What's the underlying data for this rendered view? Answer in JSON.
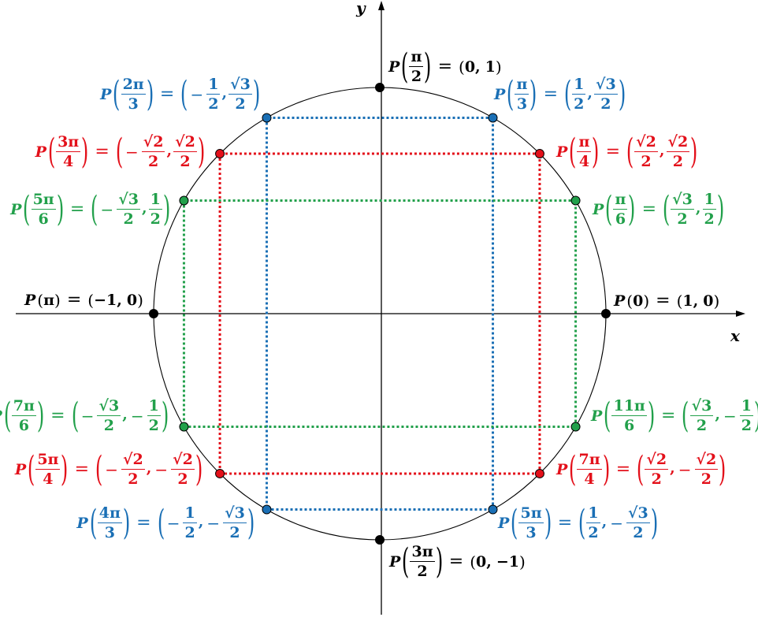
{
  "axes": {
    "x_label": "x",
    "y_label": "y"
  },
  "colors": {
    "black": "#000000",
    "blue": "#1a6fb5",
    "red": "#e3101a",
    "green": "#22a04b"
  },
  "prefix": "P",
  "equals": "=",
  "comma": ",",
  "points": [
    {
      "id": "p0",
      "angle_deg": 0,
      "color": "black",
      "angle": {
        "text": "0"
      },
      "x": {
        "text": "1"
      },
      "y": {
        "text": "0"
      }
    },
    {
      "id": "p30",
      "angle_deg": 30,
      "color": "green",
      "angle": {
        "num": "π",
        "den": "6"
      },
      "x": {
        "num": "√3",
        "den": "2"
      },
      "y": {
        "num": "1",
        "den": "2"
      }
    },
    {
      "id": "p45",
      "angle_deg": 45,
      "color": "red",
      "angle": {
        "num": "π",
        "den": "4"
      },
      "x": {
        "num": "√2",
        "den": "2"
      },
      "y": {
        "num": "√2",
        "den": "2"
      }
    },
    {
      "id": "p60",
      "angle_deg": 60,
      "color": "blue",
      "angle": {
        "num": "π",
        "den": "3"
      },
      "x": {
        "num": "1",
        "den": "2"
      },
      "y": {
        "num": "√3",
        "den": "2"
      }
    },
    {
      "id": "p90",
      "angle_deg": 90,
      "color": "black",
      "angle": {
        "num": "π",
        "den": "2"
      },
      "x": {
        "text": "0"
      },
      "y": {
        "text": "1"
      }
    },
    {
      "id": "p120",
      "angle_deg": 120,
      "color": "blue",
      "angle": {
        "num": "2π",
        "den": "3"
      },
      "x": {
        "sign": "−",
        "num": "1",
        "den": "2"
      },
      "y": {
        "num": "√3",
        "den": "2"
      }
    },
    {
      "id": "p135",
      "angle_deg": 135,
      "color": "red",
      "angle": {
        "num": "3π",
        "den": "4"
      },
      "x": {
        "sign": "−",
        "num": "√2",
        "den": "2"
      },
      "y": {
        "num": "√2",
        "den": "2"
      }
    },
    {
      "id": "p150",
      "angle_deg": 150,
      "color": "green",
      "angle": {
        "num": "5π",
        "den": "6"
      },
      "x": {
        "sign": "−",
        "num": "√3",
        "den": "2"
      },
      "y": {
        "num": "1",
        "den": "2"
      }
    },
    {
      "id": "p180",
      "angle_deg": 180,
      "color": "black",
      "angle": {
        "text": "π"
      },
      "x": {
        "text": "−1"
      },
      "y": {
        "text": "0"
      }
    },
    {
      "id": "p210",
      "angle_deg": 210,
      "color": "green",
      "angle": {
        "num": "7π",
        "den": "6"
      },
      "x": {
        "sign": "−",
        "num": "√3",
        "den": "2"
      },
      "y": {
        "sign": "−",
        "num": "1",
        "den": "2"
      }
    },
    {
      "id": "p225",
      "angle_deg": 225,
      "color": "red",
      "angle": {
        "num": "5π",
        "den": "4"
      },
      "x": {
        "sign": "−",
        "num": "√2",
        "den": "2"
      },
      "y": {
        "sign": "−",
        "num": "√2",
        "den": "2"
      }
    },
    {
      "id": "p240",
      "angle_deg": 240,
      "color": "blue",
      "angle": {
        "num": "4π",
        "den": "3"
      },
      "x": {
        "sign": "−",
        "num": "1",
        "den": "2"
      },
      "y": {
        "sign": "−",
        "num": "√3",
        "den": "2"
      }
    },
    {
      "id": "p270",
      "angle_deg": 270,
      "color": "black",
      "angle": {
        "num": "3π",
        "den": "2"
      },
      "x": {
        "text": "0"
      },
      "y": {
        "text": "−1"
      }
    },
    {
      "id": "p300",
      "angle_deg": 300,
      "color": "blue",
      "angle": {
        "num": "5π",
        "den": "3"
      },
      "x": {
        "num": "1",
        "den": "2"
      },
      "y": {
        "sign": "−",
        "num": "√3",
        "den": "2"
      }
    },
    {
      "id": "p315",
      "angle_deg": 315,
      "color": "red",
      "angle": {
        "num": "7π",
        "den": "4"
      },
      "x": {
        "num": "√2",
        "den": "2"
      },
      "y": {
        "sign": "−",
        "num": "√2",
        "den": "2"
      }
    },
    {
      "id": "p330",
      "angle_deg": 330,
      "color": "green",
      "angle": {
        "num": "11π",
        "den": "6"
      },
      "x": {
        "num": "√3",
        "den": "2"
      },
      "y": {
        "sign": "−",
        "num": "1",
        "den": "2"
      }
    }
  ],
  "projection_groups": [
    {
      "color": "blue",
      "corners": [
        60,
        120,
        240,
        300
      ]
    },
    {
      "color": "red",
      "corners": [
        45,
        135,
        225,
        315
      ]
    },
    {
      "color": "green",
      "corners": [
        30,
        150,
        210,
        330
      ]
    }
  ]
}
